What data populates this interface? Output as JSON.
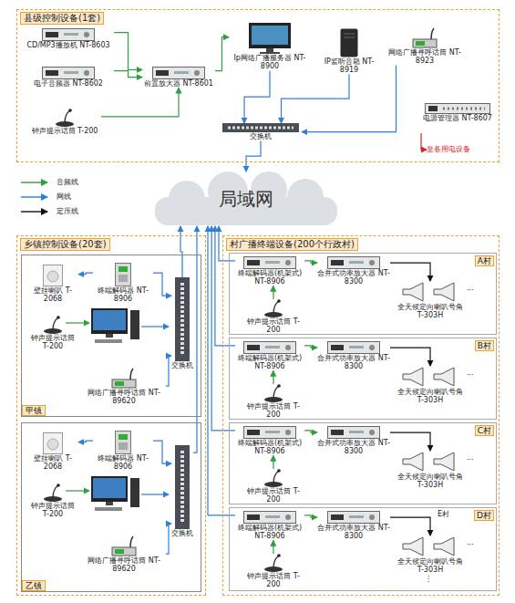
{
  "diagram": {
    "nodes": [
      {
        "text": [
          "县级控制设备(1套)"
        ]
      },
      {
        "text": [
          "CD/MP3播放机 NT-8603"
        ],
        "in": 0
      },
      {
        "text": [
          "电子音频器 NT-8602"
        ],
        "in": 0
      },
      {
        "text": [
          "钟声提示话筒 T-200"
        ],
        "in": 0
      },
      {
        "text": [
          "前置放大器 NT-8601"
        ],
        "in": 0
      },
      {
        "text": [
          "Ip网络广播服务器 NT-8900"
        ],
        "in": 0
      },
      {
        "text": [
          "IP监听音箱 NT-8919"
        ],
        "in": 0
      },
      {
        "text": [
          "网络广播寻呼话筒 NT-8923"
        ],
        "in": 0
      },
      {
        "text": [
          "交换机"
        ],
        "in": 0
      },
      {
        "text": [
          "电源管理器 NT-8607"
        ],
        "in": 0
      },
      {
        "text": [
          "局域网"
        ]
      },
      {
        "text": [
          "乡镇控制设备(20套)"
        ]
      },
      {
        "text": [
          "甲镇"
        ],
        "in": 11
      },
      {
        "text": [
          "壁挂喇叭 T-2068"
        ],
        "in": 12
      },
      {
        "text": [
          "终端解码器 NT-8906"
        ],
        "in": 12
      },
      {
        "text": [
          "钟声提示话筒 T-200"
        ],
        "in": 12
      },
      {
        "text": [
          "网络广播寻呼话筒 NT-89620"
        ],
        "in": 12
      },
      {
        "text": [
          "交换机"
        ],
        "in": 12
      },
      {
        "text": [
          "乙镇"
        ],
        "in": 11
      },
      {
        "text": [
          "壁挂喇叭 T-2068"
        ],
        "in": 18
      },
      {
        "text": [
          "终端解码器 NT-8906"
        ],
        "in": 18
      },
      {
        "text": [
          "钟声提示话筒 T-200"
        ],
        "in": 18
      },
      {
        "text": [
          "网络广播寻呼话筒 NT-89620"
        ],
        "in": 18
      },
      {
        "text": [
          "交换机"
        ],
        "in": 18
      },
      {
        "text": [
          "村广播终端设备(200个行政村)"
        ]
      },
      {
        "text": [
          "A村"
        ],
        "in": 24
      },
      {
        "text": [
          "终端解码器(机架式) NT-8906"
        ],
        "in": 25
      },
      {
        "text": [
          "合并式功率放大器 NT-8300"
        ],
        "in": 25
      },
      {
        "text": [
          "全天候定向喇叭号角 T-303H"
        ],
        "in": 25
      },
      {
        "text": [
          "钟声提示话筒 T-200"
        ],
        "in": 25
      },
      {
        "text": [
          "B村"
        ],
        "in": 24
      },
      {
        "text": [
          "终端解码器(机架式) NT-8906"
        ],
        "in": 30
      },
      {
        "text": [
          "合并式功率放大器 NT-8300"
        ],
        "in": 30
      },
      {
        "text": [
          "全天候定向喇叭号角 T-303H"
        ],
        "in": 30
      },
      {
        "text": [
          "钟声提示话筒 T-200"
        ],
        "in": 30
      },
      {
        "text": [
          "C村"
        ],
        "in": 24
      },
      {
        "text": [
          "终端解码器(机架式) NT-8906"
        ],
        "in": 35
      },
      {
        "text": [
          "合并式功率放大器 NT-8300"
        ],
        "in": 35
      },
      {
        "text": [
          "全天候定向喇叭号角 T-303H"
        ],
        "in": 35
      },
      {
        "text": [
          "钟声提示话筒 T-200"
        ],
        "in": 35
      },
      {
        "text": [
          "D村"
        ],
        "in": 24
      },
      {
        "text": [
          "终端解码器(机架式) NT-8906"
        ],
        "in": 40
      },
      {
        "text": [
          "合并式功率放大器 NT-8300"
        ],
        "in": 40
      },
      {
        "text": [
          "全天候定向喇叭号角 T-303H"
        ],
        "in": 40
      },
      {
        "text": [
          "钟声提示话筒 T-200"
        ],
        "in": 40
      }
    ],
    "edges": [
      {
        "from": 1,
        "to": 4,
        "arrow": "to"
      },
      {
        "from": 2,
        "to": 4,
        "arrow": "to"
      },
      {
        "from": 3,
        "to": 4,
        "arrow": "to"
      },
      {
        "from": 4,
        "to": 5,
        "arrow": "to"
      },
      {
        "from": 5,
        "to": 8,
        "arrow": "to"
      },
      {
        "from": 6,
        "to": 8,
        "arrow": "to"
      },
      {
        "from": 7,
        "to": 8,
        "arrow": "to"
      },
      {
        "from": 8,
        "to": 10,
        "arrow": "to"
      },
      {
        "from": 14,
        "to": 13,
        "arrow": "to"
      },
      {
        "from": 14,
        "to": 17,
        "arrow": "to"
      },
      {
        "from": 16,
        "to": 17,
        "arrow": "to"
      },
      {
        "from": 17,
        "to": 10,
        "arrow": "to"
      },
      {
        "from": 20,
        "to": 19,
        "arrow": "to"
      },
      {
        "from": 20,
        "to": 23,
        "arrow": "to"
      },
      {
        "from": 22,
        "to": 23,
        "arrow": "to"
      },
      {
        "from": 23,
        "to": 10,
        "arrow": "to"
      },
      {
        "from": 29,
        "to": 26,
        "arrow": "to"
      },
      {
        "from": 26,
        "to": 10,
        "arrow": "to"
      },
      {
        "from": 26,
        "to": 27,
        "arrow": "to"
      },
      {
        "from": 27,
        "to": 28,
        "arrow": "to"
      },
      {
        "from": 34,
        "to": 31,
        "arrow": "to"
      },
      {
        "from": 31,
        "to": 10,
        "arrow": "to"
      },
      {
        "from": 31,
        "to": 32,
        "arrow": "to"
      },
      {
        "from": 32,
        "to": 33,
        "arrow": "to"
      },
      {
        "from": 39,
        "to": 36,
        "arrow": "to"
      },
      {
        "from": 36,
        "to": 10,
        "arrow": "to"
      },
      {
        "from": 36,
        "to": 37,
        "arrow": "to"
      },
      {
        "from": 37,
        "to": 38,
        "arrow": "to"
      },
      {
        "from": 44,
        "to": 41,
        "arrow": "to"
      },
      {
        "from": 41,
        "to": 10,
        "arrow": "to"
      },
      {
        "from": 41,
        "to": 42,
        "arrow": "to"
      },
      {
        "from": 42,
        "to": 43,
        "arrow": "to"
      }
    ],
    "labels": [
      "至各用电设备",
      "···",
      "···",
      "···",
      "···",
      "E村",
      "⋮"
    ],
    "legend": [
      {
        "text": "音频线"
      },
      {
        "text": "网线"
      },
      {
        "text": "定压线"
      }
    ]
  }
}
